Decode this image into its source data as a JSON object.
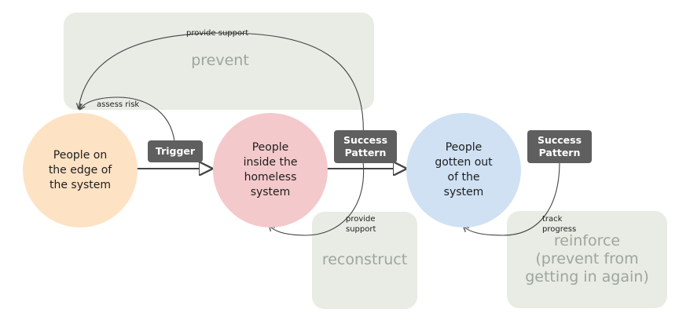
{
  "zones": {
    "prevent": "prevent",
    "reconstruct": "reconstruct",
    "reinforce": "reinforce\n(prevent from\ngetting in again)"
  },
  "nodes": {
    "edge": "People on\nthe edge of\nthe system",
    "inside": "People\ninside the\nhomeless\nsystem",
    "out": "People\ngotten out\nof the\nsystem"
  },
  "tags": {
    "trigger": "Trigger",
    "success_1": "Success\nPattern",
    "success_2": "Success\nPattern"
  },
  "notes": {
    "provide_support_top": "provide support",
    "assess_risk": "assess risk",
    "provide_support_bottom": "provide\nsupport",
    "track_progress": "track\nprogress"
  },
  "colors": {
    "zone": "#e8ece4",
    "edge_node": "#fde2c4",
    "inside_node": "#f4c9cb",
    "out_node": "#cfe1f3",
    "tag": "#5f5f5f",
    "line": "#444444"
  }
}
